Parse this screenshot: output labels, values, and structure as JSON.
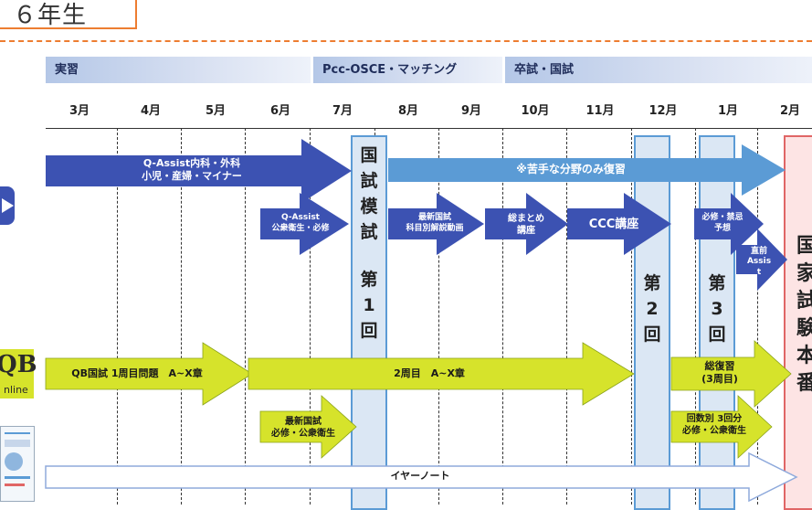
{
  "title": "６年生",
  "phases": [
    {
      "label": "実習"
    },
    {
      "label": "Pcc-OSCE・マッチング"
    },
    {
      "label": "卒試・国試"
    }
  ],
  "months": [
    "3月",
    "4月",
    "5月",
    "6月",
    "7月",
    "8月",
    "9月",
    "10月",
    "11月",
    "12月",
    "1月",
    "2月"
  ],
  "mock_exams": [
    {
      "chars": [
        "国",
        "試",
        "模",
        "試",
        "",
        "第",
        "1",
        "回"
      ]
    },
    {
      "chars": [
        "第",
        "2",
        "回"
      ]
    },
    {
      "chars": [
        "第",
        "3",
        "回"
      ]
    }
  ],
  "final_exam": {
    "chars": [
      "国",
      "家",
      "試",
      "験",
      "本",
      "番"
    ]
  },
  "video_row": {
    "qassist_main": [
      "Q-Assist内科・外科",
      "小児・産婦・マイナー"
    ],
    "qassist_public": [
      "Q-Assist",
      "公衆衛生・必修"
    ],
    "weak_review": "※苦手な分野のみ復習",
    "latest_exam_video": [
      "最新国試",
      "科目別解説動画"
    ],
    "summary_course": [
      "総まとめ",
      "講座"
    ],
    "ccc_course": "CCC講座",
    "required_forecast": [
      "必修・禁忌",
      "予想"
    ],
    "final_assist": [
      "直前",
      "Assis",
      "t"
    ]
  },
  "qb_row": {
    "first_round": "QB国試 1周目問題　A~X章",
    "second_round": "2周目　A~X章",
    "review": [
      "総復習",
      "(3周目)"
    ],
    "latest_public": [
      "最新国試",
      "必修・公衆衛生"
    ],
    "by_session": [
      "回数別 3回分",
      "必修・公衆衛生"
    ]
  },
  "year_note": {
    "label": "イヤーノート"
  },
  "icons": {
    "video": "play-icon",
    "qb": "qb-online-logo",
    "book": "year-note-book-cover"
  },
  "logos": {
    "qb_text": "QB",
    "qb_sub": "nline"
  },
  "colors": {
    "accent_orange": "#ed7d31",
    "phase_bg": "#d9e1f2",
    "dark_blue": "#3c52b2",
    "light_blue": "#5b9bd5",
    "lime": "#d6e32b",
    "mock_bg": "#dbe7f4",
    "final_bg": "#fde4e4",
    "final_border": "#e06666"
  }
}
